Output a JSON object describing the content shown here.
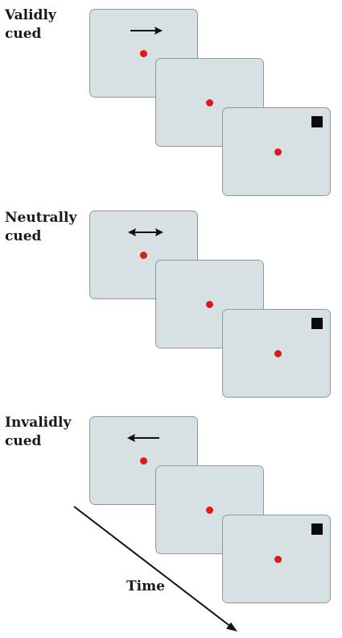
{
  "diagram": {
    "conditions": [
      {
        "label": "Validly\ncued",
        "cue": "right",
        "cue_icon": "right-arrow-icon",
        "target": "square-top-right"
      },
      {
        "label": "Neutrally\ncued",
        "cue": "both",
        "cue_icon": "double-arrow-icon",
        "target": "square-top-right"
      },
      {
        "label": "Invalidly\ncued",
        "cue": "left",
        "cue_icon": "left-arrow-icon",
        "target": "square-top-right"
      }
    ],
    "time_label": "Time",
    "colors": {
      "screen_fill": "#d7e1e4",
      "screen_border": "#8f9aa0",
      "fixation": "#e01818",
      "target": "#0a0a0a",
      "ink": "#1a1a1a"
    }
  }
}
